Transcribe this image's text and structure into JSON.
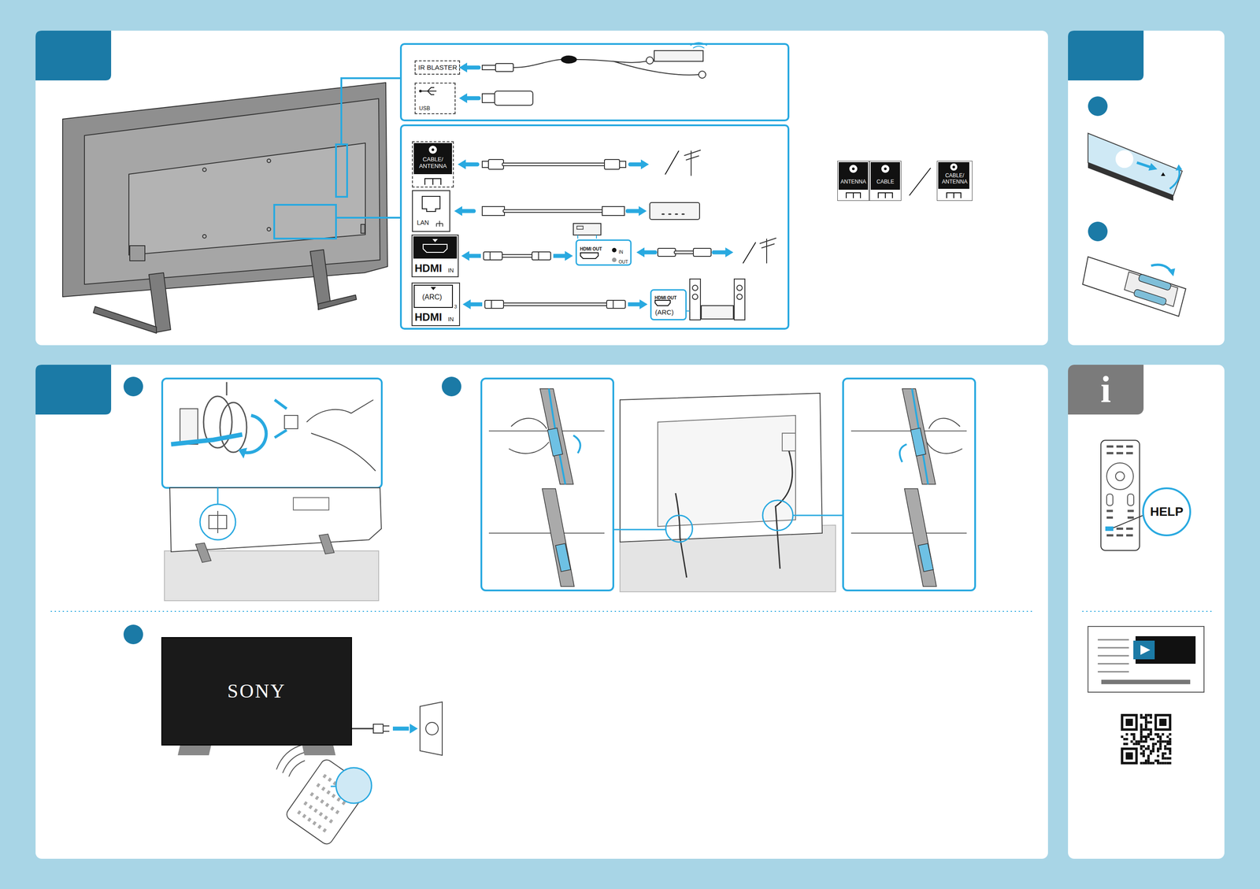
{
  "diagram": {
    "nodes": [
      {
        "text": [
          "IR BLASTER"
        ]
      },
      {
        "text": [
          "USB"
        ]
      },
      {
        "text": [
          "CABLE/ ANTENNA"
        ]
      },
      {
        "text": [
          "LAN"
        ]
      },
      {
        "text": [
          "HDMI",
          "IN"
        ]
      },
      {
        "text": [
          "(ARC)",
          "3",
          "HDMI",
          "IN"
        ]
      },
      {
        "text": [
          "HDMI OUT",
          "IN",
          "OUT"
        ]
      },
      {
        "text": [
          "HDMI OUT",
          "(ARC)"
        ]
      },
      {
        "text": [
          "ANTENNA"
        ]
      },
      {
        "text": [
          "CABLE"
        ]
      },
      {
        "text": [
          "CABLE/ ANTENNA"
        ]
      },
      {
        "text": [
          "SONY"
        ]
      },
      {
        "text": [
          "i"
        ]
      },
      {
        "text": [
          "HELP"
        ]
      }
    ],
    "edges": [
      {
        "from": 4,
        "to": 6,
        "arrow": "both"
      },
      {
        "from": 5,
        "to": 7,
        "arrow": "both"
      }
    ]
  }
}
